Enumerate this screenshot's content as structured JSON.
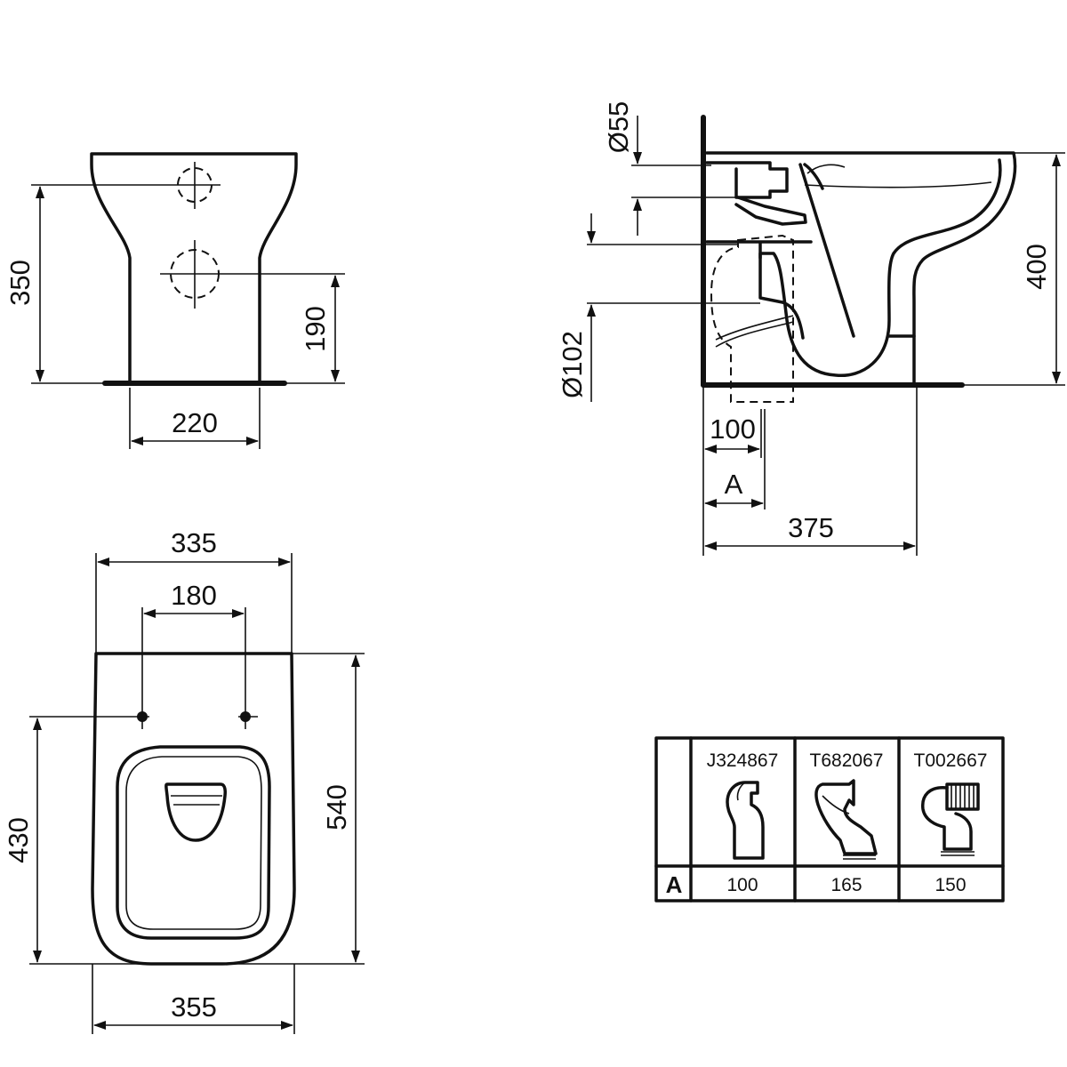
{
  "front_view": {
    "height": "350",
    "waste_height": "190",
    "base_width": "220"
  },
  "side_view": {
    "inlet_diameter": "Ø55",
    "outlet_diameter": "Ø102",
    "height": "400",
    "outlet_offset": "100",
    "offset_label": "A",
    "depth": "375"
  },
  "top_view": {
    "width": "335",
    "fixing_spacing": "180",
    "fixing_depth": "430",
    "length": "540",
    "base_width": "355"
  },
  "connector_table": {
    "row_label": "A",
    "columns": [
      {
        "code": "J324867",
        "value": "100"
      },
      {
        "code": "T682067",
        "value": "165"
      },
      {
        "code": "T002667",
        "value": "150"
      }
    ]
  }
}
